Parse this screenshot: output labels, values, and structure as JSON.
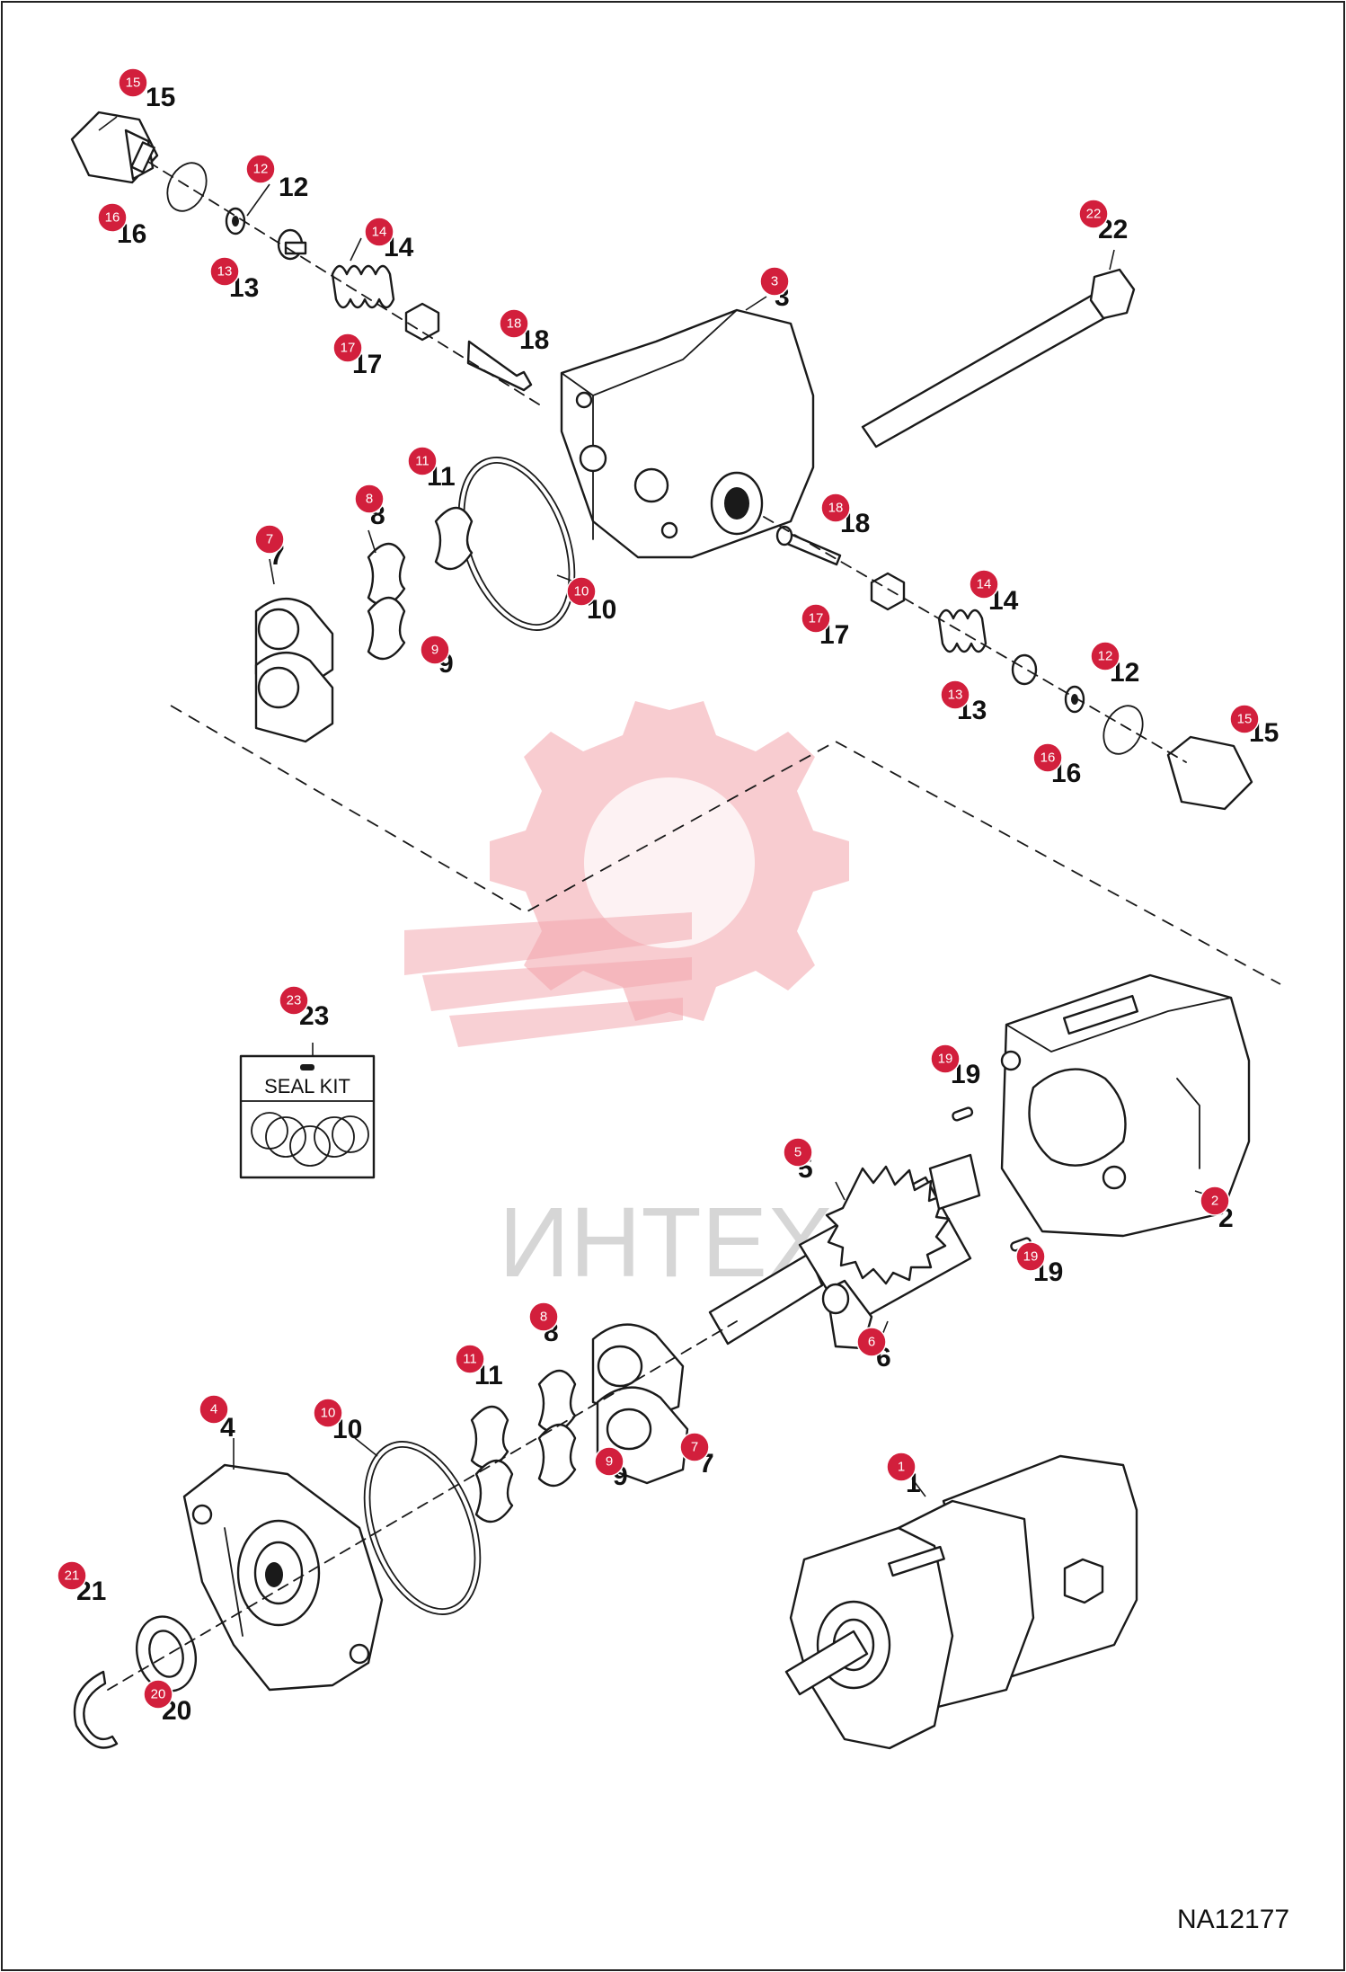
{
  "diagram": {
    "drawing_code": "NA12177",
    "watermark_text": "ИНТЕХ",
    "seal_kit_label": "SEAL KIT",
    "callouts": [
      {
        "id": "c15a",
        "number": "15",
        "badge": "15"
      },
      {
        "id": "c16a",
        "number": "16",
        "badge": "16"
      },
      {
        "id": "c12a",
        "number": "12",
        "badge": "12"
      },
      {
        "id": "c13a",
        "number": "13",
        "badge": "13"
      },
      {
        "id": "c14a",
        "number": "14",
        "badge": "14"
      },
      {
        "id": "c17a",
        "number": "17",
        "badge": "17"
      },
      {
        "id": "c18a",
        "number": "18",
        "badge": "18"
      },
      {
        "id": "c3",
        "number": "3",
        "badge": "3"
      },
      {
        "id": "c22",
        "number": "22",
        "badge": "22"
      },
      {
        "id": "c11a",
        "number": "11",
        "badge": "11"
      },
      {
        "id": "c8a",
        "number": "8",
        "badge": "8"
      },
      {
        "id": "c7a",
        "number": "7",
        "badge": "7"
      },
      {
        "id": "c9a",
        "number": "9",
        "badge": "9"
      },
      {
        "id": "c10a",
        "number": "10",
        "badge": "10"
      },
      {
        "id": "c18b",
        "number": "18",
        "badge": "18"
      },
      {
        "id": "c14b",
        "number": "14",
        "badge": "14"
      },
      {
        "id": "c17b",
        "number": "17",
        "badge": "17"
      },
      {
        "id": "c12b",
        "number": "12",
        "badge": "12"
      },
      {
        "id": "c13b",
        "number": "13",
        "badge": "13"
      },
      {
        "id": "c15b",
        "number": "15",
        "badge": "15"
      },
      {
        "id": "c16b",
        "number": "16",
        "badge": "16"
      },
      {
        "id": "c23",
        "number": "23",
        "badge": "23"
      },
      {
        "id": "c19a",
        "number": "19",
        "badge": "19"
      },
      {
        "id": "c19b",
        "number": "19",
        "badge": "19"
      },
      {
        "id": "c2",
        "number": "2",
        "badge": "2"
      },
      {
        "id": "c5",
        "number": "5",
        "badge": "5"
      },
      {
        "id": "c6",
        "number": "6",
        "badge": "6"
      },
      {
        "id": "c8b",
        "number": "8",
        "badge": "8"
      },
      {
        "id": "c11b",
        "number": "11",
        "badge": "11"
      },
      {
        "id": "c10b",
        "number": "10",
        "badge": "10"
      },
      {
        "id": "c4",
        "number": "4",
        "badge": "4"
      },
      {
        "id": "c9b",
        "number": "9",
        "badge": "9"
      },
      {
        "id": "c7b",
        "number": "7",
        "badge": "7"
      },
      {
        "id": "c1",
        "number": "1",
        "badge": "1"
      },
      {
        "id": "c21",
        "number": "21",
        "badge": "21"
      },
      {
        "id": "c20",
        "number": "20",
        "badge": "20"
      }
    ]
  }
}
